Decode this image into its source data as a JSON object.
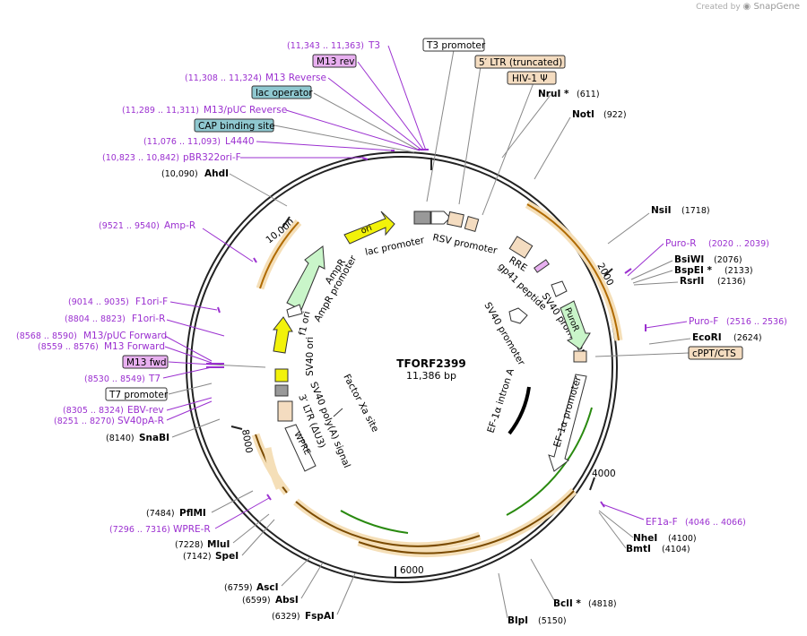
{
  "credit": {
    "prefix": "Created by",
    "brand": "SnapGene"
  },
  "plasmid": {
    "name": "TFORF2399",
    "size_label": "11,386 bp",
    "length": 11386
  },
  "ticks": [
    "2000",
    "4000",
    "6000",
    "8000",
    "10,000"
  ],
  "colors": {
    "primer": "#9b30d0",
    "enzyme": "#000000",
    "backbone": "#222222",
    "ori": "#f2f20a",
    "ampr": "#c9f5c9",
    "orange_feature": "#f4dcc0",
    "purple_feature": "#e8b0f0",
    "blue_feature": "#8fc8d0",
    "gene_arc": "#e5a038",
    "green_arc": "#58b028"
  },
  "labels": [
    {
      "name": "primer-t3",
      "range": "(11,343 .. 11,363)",
      "text": "T3",
      "type": "primer"
    },
    {
      "name": "primer-m13-rev",
      "range": "",
      "text": "M13 rev",
      "type": "primer_box"
    },
    {
      "name": "primer-m13-reverse",
      "range": "(11,308 .. 11,324)",
      "text": "M13 Reverse",
      "type": "primer"
    },
    {
      "name": "feature-lac-operator",
      "range": "",
      "text": "lac operator",
      "type": "blue_box"
    },
    {
      "name": "primer-m13-puc-reverse",
      "range": "(11,289 .. 11,311)",
      "text": "M13/pUC Reverse",
      "type": "primer"
    },
    {
      "name": "feature-cap-binding-site",
      "range": "",
      "text": "CAP binding site",
      "type": "blue_box"
    },
    {
      "name": "primer-l4440",
      "range": "(11,076 .. 11,093)",
      "text": "L4440",
      "type": "primer"
    },
    {
      "name": "primer-pbr322ori-f",
      "range": "(10,823 .. 10,842)",
      "text": "pBR322ori-F",
      "type": "primer"
    },
    {
      "name": "enzyme-ahdi",
      "range": "(10,090)",
      "text": "AhdI",
      "type": "enzyme_left"
    },
    {
      "name": "primer-amp-r",
      "range": "(9521 .. 9540)",
      "text": "Amp-R",
      "type": "primer"
    },
    {
      "name": "primer-f1ori-f",
      "range": "(9014 .. 9035)",
      "text": "F1ori-F",
      "type": "primer"
    },
    {
      "name": "primer-f1ori-r",
      "range": "(8804 .. 8823)",
      "text": "F1ori-R",
      "type": "primer"
    },
    {
      "name": "primer-m13-puc-forward",
      "range": "(8568 .. 8590)",
      "text": "M13/pUC Forward",
      "type": "primer"
    },
    {
      "name": "primer-m13-forward",
      "range": "(8559 .. 8576)",
      "text": "M13 Forward",
      "type": "primer"
    },
    {
      "name": "primer-m13-fwd",
      "range": "",
      "text": "M13 fwd",
      "type": "primer_box"
    },
    {
      "name": "primer-t7",
      "range": "(8530 .. 8549)",
      "text": "T7",
      "type": "primer"
    },
    {
      "name": "feature-t7-promoter-left",
      "range": "",
      "text": "T7 promoter",
      "type": "white_box"
    },
    {
      "name": "primer-ebv-rev",
      "range": "(8305 .. 8324)",
      "text": "EBV-rev",
      "type": "primer"
    },
    {
      "name": "primer-sv40pa-r",
      "range": "(8251 .. 8270)",
      "text": "SV40pA-R",
      "type": "primer"
    },
    {
      "name": "enzyme-snabi",
      "range": "(8140)",
      "text": "SnaBI",
      "type": "enzyme_left"
    },
    {
      "name": "enzyme-pfimi",
      "range": "(7484)",
      "text": "PflMI",
      "type": "enzyme_left"
    },
    {
      "name": "primer-wpre-r",
      "range": "(7296 .. 7316)",
      "text": "WPRE-R",
      "type": "primer"
    },
    {
      "name": "enzyme-mlui",
      "range": "(7228)",
      "text": "MluI",
      "type": "enzyme_left"
    },
    {
      "name": "enzyme-spei",
      "range": "(7142)",
      "text": "SpeI",
      "type": "enzyme_left"
    },
    {
      "name": "enzyme-asci",
      "range": "(6759)",
      "text": "AscI",
      "type": "enzyme_left"
    },
    {
      "name": "enzyme-absi",
      "range": "(6599)",
      "text": "AbsI",
      "type": "enzyme_left"
    },
    {
      "name": "enzyme-fspai",
      "range": "(6329)",
      "text": "FspAI",
      "type": "enzyme_left"
    },
    {
      "name": "enzyme-blpi",
      "range": "(5150)",
      "text": "BlpI",
      "type": "enzyme_left"
    },
    {
      "name": "enzyme-bcli",
      "range": "(4818)",
      "text": "BclI *",
      "type": "enzyme_left"
    },
    {
      "name": "enzyme-bmti",
      "range": "(4104)",
      "text": "BmtI",
      "type": "enzyme_left"
    },
    {
      "name": "enzyme-nhei",
      "range": "(4100)",
      "text": "NheI",
      "type": "enzyme_left"
    },
    {
      "name": "primer-ef1a-f",
      "range": "(4046 .. 4066)",
      "text": "EF1a-F",
      "type": "primer_left"
    },
    {
      "name": "feature-cppt-cts",
      "range": "",
      "text": "cPPT/CTS",
      "type": "orange_box"
    },
    {
      "name": "enzyme-ecori",
      "range": "(2624)",
      "text": "EcoRI",
      "type": "enzyme"
    },
    {
      "name": "primer-puro-f",
      "range": "(2516 .. 2536)",
      "text": "Puro-F",
      "type": "primer_left"
    },
    {
      "name": "enzyme-rsrii",
      "range": "(2136)",
      "text": "RsrII",
      "type": "enzyme"
    },
    {
      "name": "enzyme-bspei",
      "range": "(2133)",
      "text": "BspEI *",
      "type": "enzyme"
    },
    {
      "name": "enzyme-bsiwi",
      "range": "(2076)",
      "text": "BsiWI",
      "type": "enzyme"
    },
    {
      "name": "primer-puro-r",
      "range": "(2020 .. 2039)",
      "text": "Puro-R",
      "type": "primer_left"
    },
    {
      "name": "enzyme-nsii",
      "range": "(1718)",
      "text": "NsiI",
      "type": "enzyme"
    },
    {
      "name": "enzyme-noti",
      "range": "(922)",
      "text": "NotI",
      "type": "enzyme"
    },
    {
      "name": "enzyme-nrui",
      "range": "(611)",
      "text": "NruI *",
      "type": "enzyme"
    },
    {
      "name": "feature-hiv1-psi",
      "range": "",
      "text": "HIV-1 Ψ",
      "type": "orange_box"
    },
    {
      "name": "feature-5ltr-truncated",
      "range": "",
      "text": "5′ LTR (truncated)",
      "type": "orange_box"
    },
    {
      "name": "feature-t3-promoter",
      "range": "",
      "text": "T3 promoter",
      "type": "white_box"
    }
  ],
  "inner_labels": [
    {
      "name": "inner-ori",
      "text": "ori"
    },
    {
      "name": "inner-lac-promoter",
      "text": "lac promoter"
    },
    {
      "name": "inner-rsv-promoter",
      "text": "RSV promoter"
    },
    {
      "name": "inner-rre",
      "text": "RRE"
    },
    {
      "name": "inner-gp41-peptide",
      "text": "gp41 peptide"
    },
    {
      "name": "inner-sv40-promoter-right",
      "text": "SV40 promoter"
    },
    {
      "name": "inner-puror",
      "text": "PuroR"
    },
    {
      "name": "inner-sv40-promoter-center",
      "text": "SV40 promoter"
    },
    {
      "name": "inner-ef1a-intron-a",
      "text": "EF-1α intron A"
    },
    {
      "name": "inner-ef1a-promoter",
      "text": "EF-1α promoter"
    },
    {
      "name": "inner-ampr",
      "text": "AmpR"
    },
    {
      "name": "inner-ampr-promoter",
      "text": "AmpR promoter"
    },
    {
      "name": "inner-f1-ori",
      "text": "f1 ori"
    },
    {
      "name": "inner-sv40-ori",
      "text": "SV40 ori"
    },
    {
      "name": "inner-factor-xa-site",
      "text": "Factor Xa site"
    },
    {
      "name": "inner-sv40-polya-signal",
      "text": "SV40 poly(A) signal"
    },
    {
      "name": "inner-3-ltr",
      "text": "3′ LTR (ΔU3)"
    },
    {
      "name": "inner-wpre",
      "text": "WPRE"
    }
  ]
}
